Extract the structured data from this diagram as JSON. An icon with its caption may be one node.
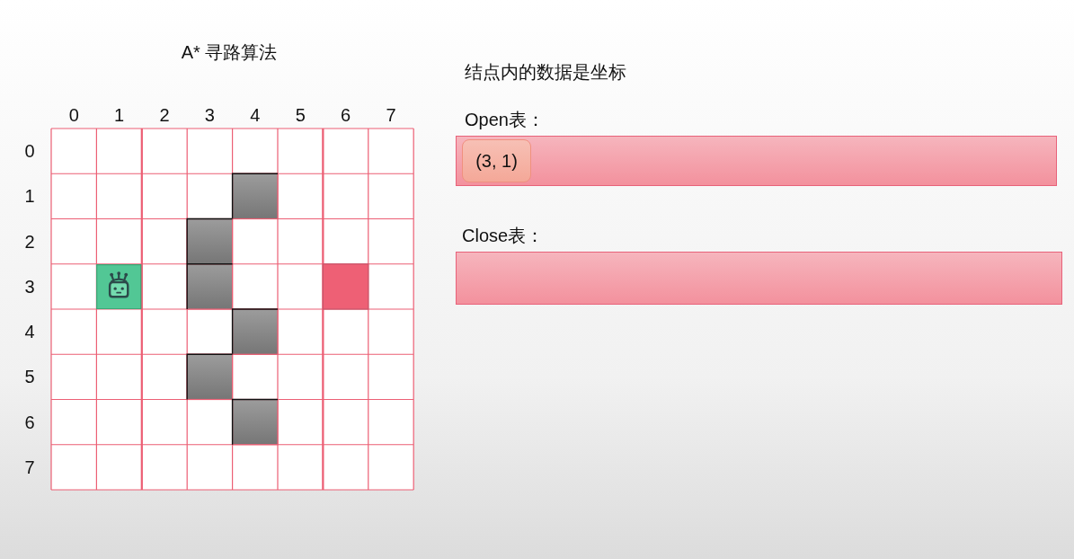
{
  "diagram": {
    "title": "A* 寻路算法",
    "nodes": [
      {
        "text": [
          "Open表："
        ]
      },
      {
        "text": [
          "(3, 1)"
        ],
        "in": 0
      },
      {
        "text": [
          "Close表："
        ]
      }
    ],
    "labels": [
      "结点内的数据是坐标",
      "0",
      "1",
      "2",
      "3",
      "4",
      "5",
      "6",
      "7",
      "0",
      "1",
      "2",
      "3",
      "4",
      "5",
      "6",
      "7"
    ]
  }
}
